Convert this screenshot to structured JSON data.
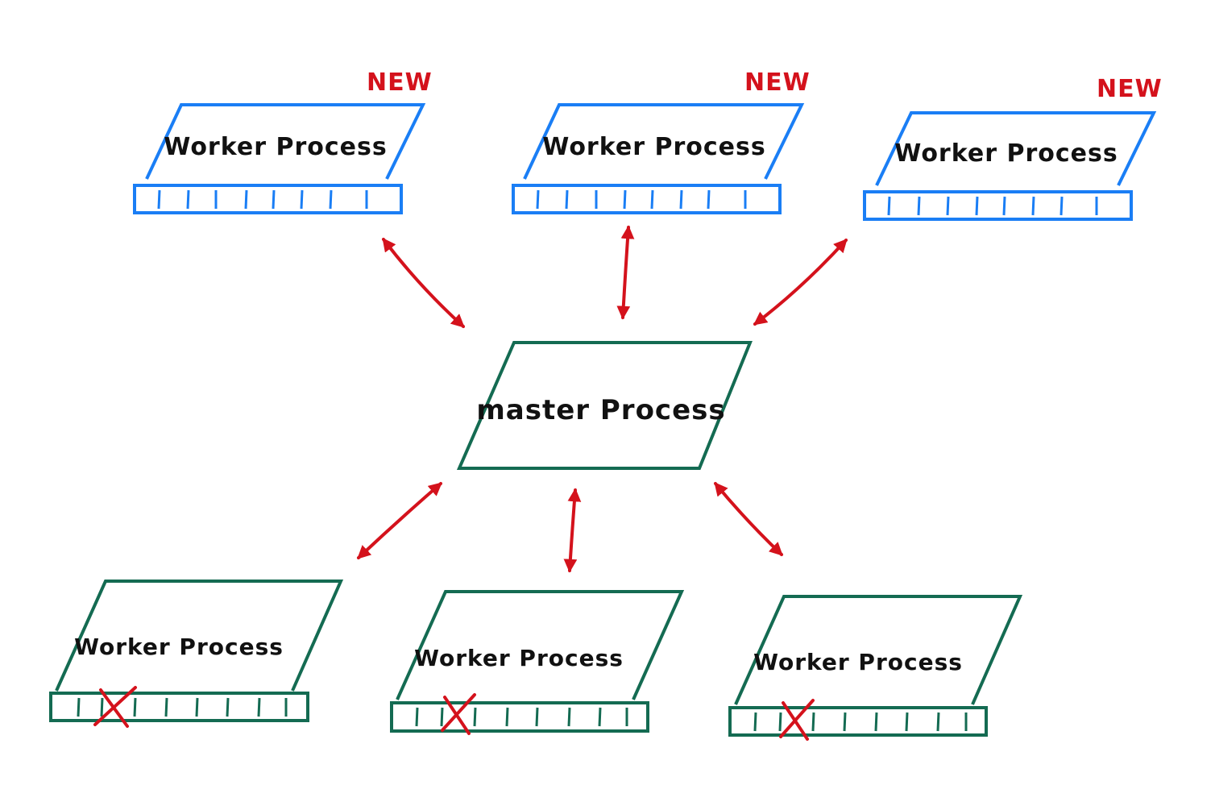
{
  "colors": {
    "new_worker": "#1a7ef5",
    "existing": "#146b52",
    "arrow": "#d4121c",
    "text": "#111111"
  },
  "master": {
    "label": "master Process"
  },
  "new_workers": [
    {
      "label": "Worker Process",
      "badge": "NEW"
    },
    {
      "label": "Worker Process",
      "badge": "NEW"
    },
    {
      "label": "Worker Process",
      "badge": "NEW"
    }
  ],
  "old_workers": [
    {
      "label": "Worker Process",
      "status": "terminated"
    },
    {
      "label": "Worker Process",
      "status": "terminated"
    },
    {
      "label": "Worker Process",
      "status": "terminated"
    }
  ]
}
